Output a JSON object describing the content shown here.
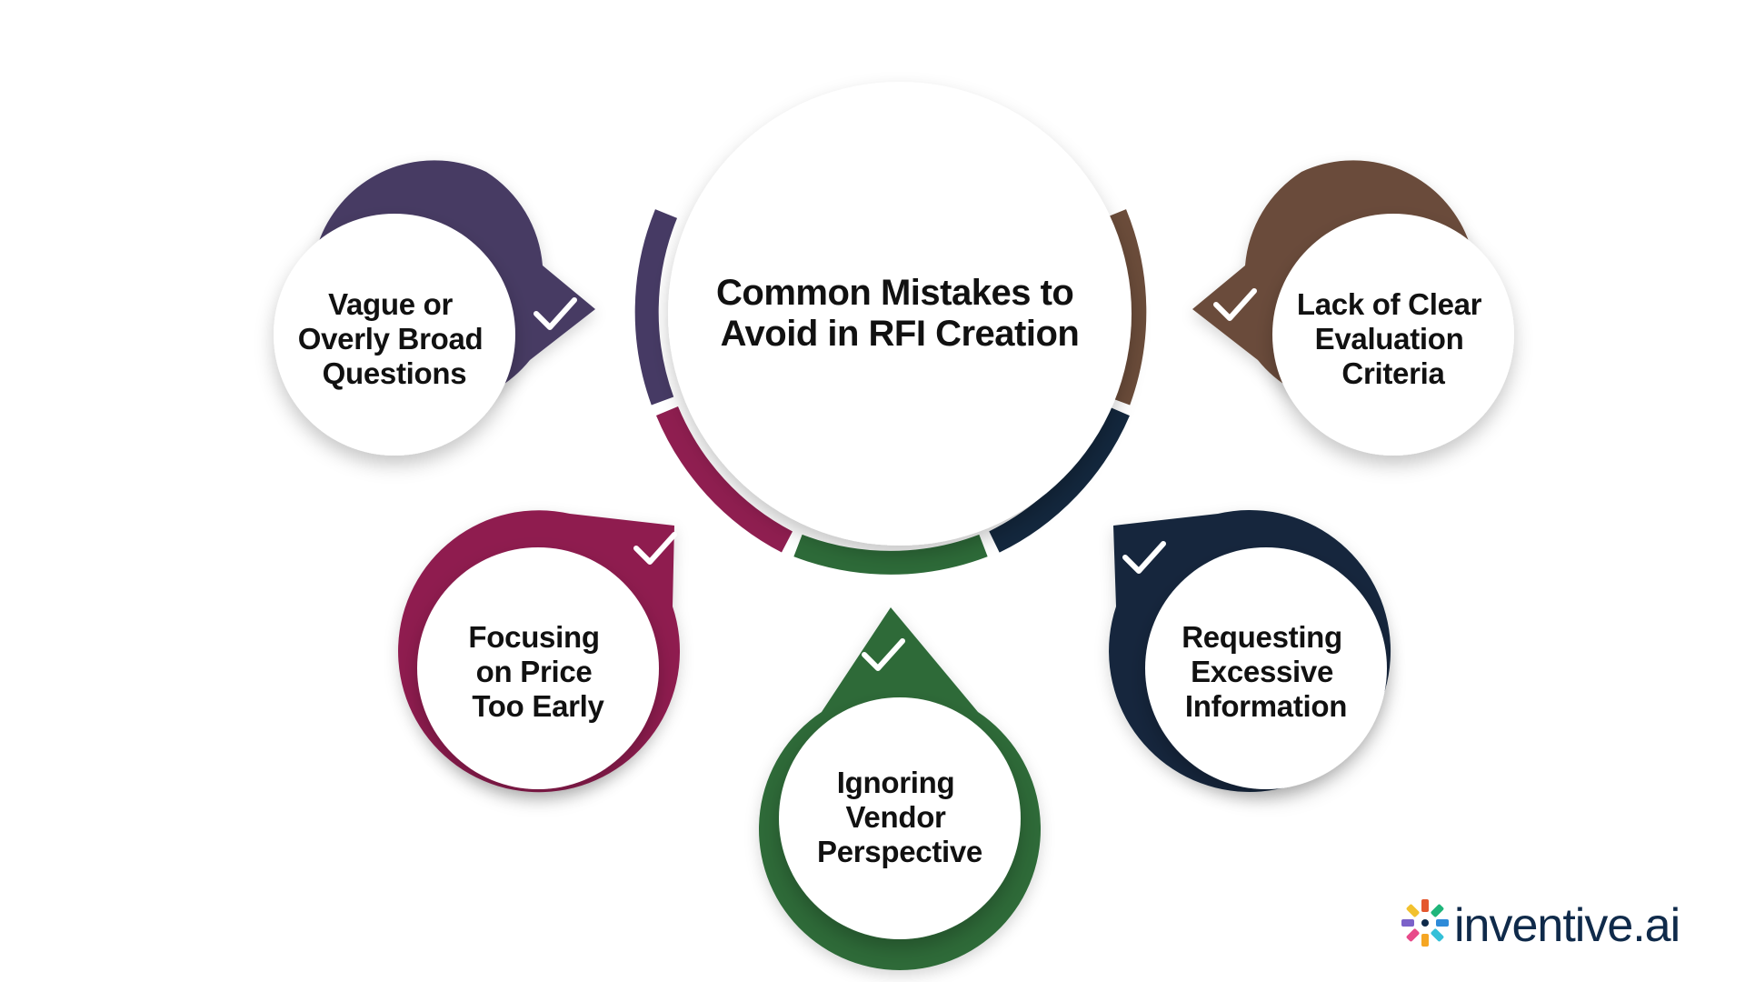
{
  "center": {
    "title_lines": [
      "Common Mistakes to",
      "Avoid in RFI Creation"
    ]
  },
  "items": [
    {
      "lines": [
        "Vague or",
        "Overly Broad",
        "Questions"
      ],
      "color": "#463a64"
    },
    {
      "lines": [
        "Focusing",
        "on Price",
        "Too Early"
      ],
      "color": "#8f1e50"
    },
    {
      "lines": [
        "Ignoring",
        "Vendor",
        "Perspective"
      ],
      "color": "#2d6a38"
    },
    {
      "lines": [
        "Requesting",
        "Excessive",
        "Information"
      ],
      "color": "#13273d"
    },
    {
      "lines": [
        "Lack of Clear",
        "Evaluation",
        "Criteria"
      ],
      "color": "#6b4c3a"
    }
  ],
  "icons": {
    "item": "check-icon",
    "logo": "inventive-logo-mark"
  },
  "brand": {
    "name": "inventive",
    "suffix": ".ai",
    "color": "#0f2a4a"
  }
}
